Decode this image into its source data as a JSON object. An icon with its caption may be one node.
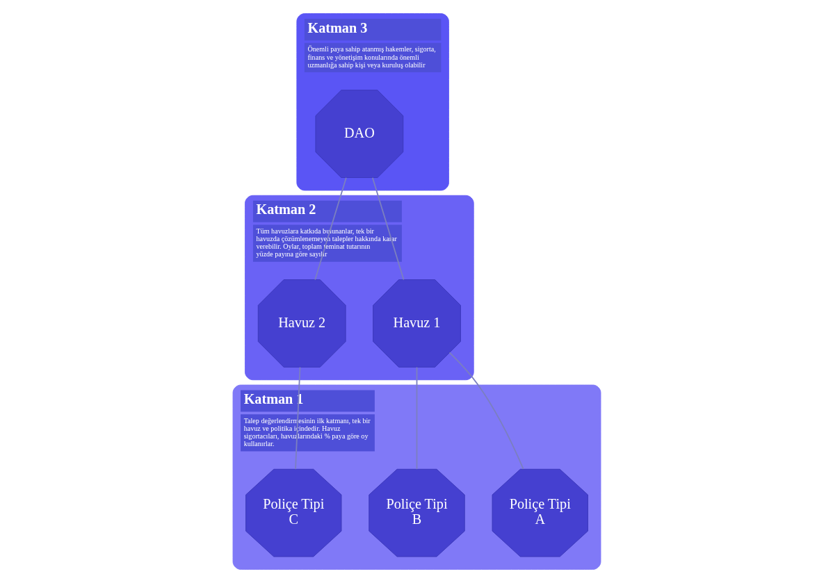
{
  "diagram": {
    "nodes": [
      {
        "text": [
          "Katman 3",
          "Önemli paya sahip atanmış hakemler, sigorta, finans ve yönetişim konularında önemli uzmanlığa sahip kişi veya kuruluş olabilir"
        ]
      },
      {
        "text": [
          "DAO"
        ],
        "in": 0
      },
      {
        "text": [
          "Katman 2",
          "Tüm havuzlara katkıda bulunanlar, tek bir havuzda çözümlenemeyen talepler hakkında karar verebilir. Oylar, toplam teminat tutarının yüzde payına göre sayılır"
        ]
      },
      {
        "text": [
          "Havuz 1"
        ],
        "in": 2
      },
      {
        "text": [
          "Havuz 2"
        ],
        "in": 2
      },
      {
        "text": [
          "Katman 1",
          "Talep değerlendirmesinin ilk katmanı, tek bir havuz ve politika içindedir. Havuz sigortacıları, havuzlarındaki % paya göre oy kullanırlar."
        ]
      },
      {
        "text": [
          "Poliçe Tipi A"
        ],
        "in": 5
      },
      {
        "text": [
          "Poliçe Tipi B"
        ],
        "in": 5
      },
      {
        "text": [
          "Poliçe Tipi C"
        ],
        "in": 5
      }
    ],
    "edges": [
      {
        "from": 1,
        "to": 3,
        "arrow": "none"
      },
      {
        "from": 1,
        "to": 4,
        "arrow": "none"
      },
      {
        "from": 3,
        "to": 6,
        "arrow": "none"
      },
      {
        "from": 3,
        "to": 7,
        "arrow": "none"
      },
      {
        "from": 4,
        "to": 8,
        "arrow": "none"
      }
    ]
  }
}
